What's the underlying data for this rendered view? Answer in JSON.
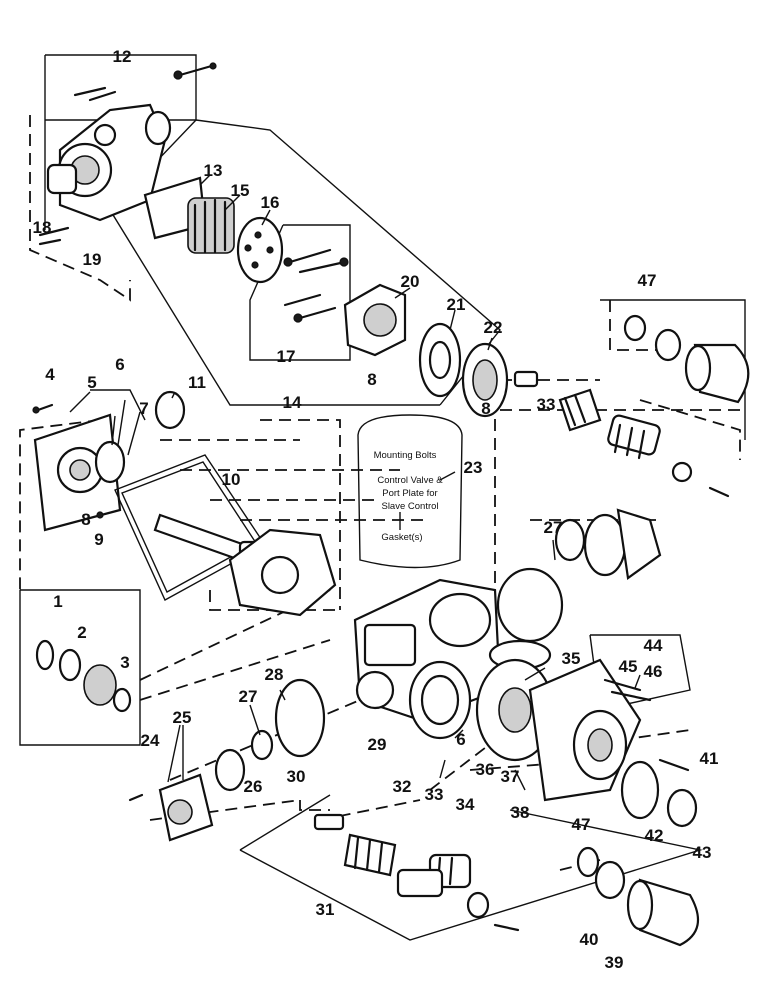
{
  "callouts": [
    "1",
    "2",
    "3",
    "4",
    "5",
    "6",
    "7",
    "8",
    "8",
    "8",
    "9",
    "10",
    "11",
    "12",
    "13",
    "14",
    "15",
    "16",
    "17",
    "18",
    "19",
    "20",
    "21",
    "22",
    "23",
    "24",
    "25",
    "26",
    "27",
    "27",
    "28",
    "29",
    "30",
    "31",
    "32",
    "33",
    "33",
    "34",
    "35",
    "36",
    "37",
    "38",
    "39",
    "40",
    "41",
    "42",
    "43",
    "44",
    "45",
    "46",
    "47",
    "47"
  ],
  "note": {
    "line1": "Mounting Bolts",
    "line2": "Control Valve &",
    "line3": "Port Plate for",
    "line4": "Slave Control",
    "line5": "Gasket(s)"
  }
}
